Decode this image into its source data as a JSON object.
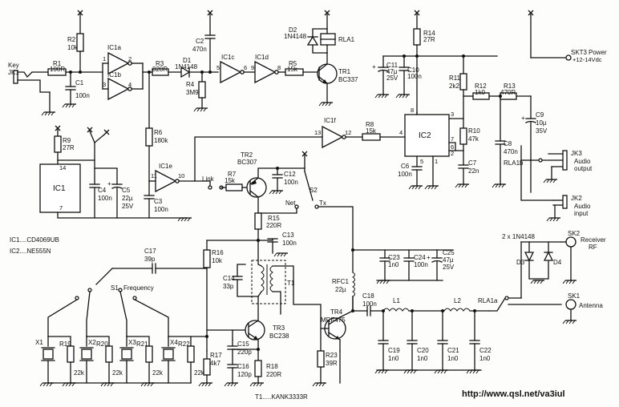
{
  "components": {
    "key_jack": {
      "name": "Key",
      "ref": "JK1"
    },
    "r1": {
      "ref": "R1",
      "value": "100R"
    },
    "r2": {
      "ref": "R2",
      "value": "10k"
    },
    "c1": {
      "ref": "C1",
      "value": "100n"
    },
    "ic1a": {
      "ref": "IC1a"
    },
    "ic1b": {
      "ref": "IC1b"
    },
    "r3": {
      "ref": "R3",
      "value": "820R"
    },
    "d1": {
      "ref": "D1",
      "value": "1N4148"
    },
    "r4": {
      "ref": "R4",
      "value": "3M9"
    },
    "c2": {
      "ref": "C2",
      "value": "470n"
    },
    "ic1c": {
      "ref": "IC1c"
    },
    "ic1d": {
      "ref": "IC1d"
    },
    "r5": {
      "ref": "R5",
      "value": "15k"
    },
    "d2": {
      "ref": "D2",
      "value": "1N4148"
    },
    "rla1": {
      "ref": "RLA1"
    },
    "tr1": {
      "ref": "TR1",
      "value": "BC337"
    },
    "r14": {
      "ref": "R14",
      "value": "27R"
    },
    "c11": {
      "ref": "C11",
      "value": "47µ",
      "voltage": "25V"
    },
    "c10": {
      "ref": "C10",
      "value": "100n"
    },
    "r11": {
      "ref": "R11",
      "value": "2k2"
    },
    "r12": {
      "ref": "R12",
      "value": "1k0"
    },
    "r13": {
      "ref": "R13",
      "value": "470R"
    },
    "c9": {
      "ref": "C9",
      "value": "10µ",
      "voltage": "35V"
    },
    "r10": {
      "ref": "R10",
      "value": "47k"
    },
    "c8": {
      "ref": "C8",
      "value": "470n"
    },
    "c7": {
      "ref": "C7",
      "value": "22n"
    },
    "c6": {
      "ref": "C6",
      "value": "100n"
    },
    "ic2": {
      "ref": "IC2"
    },
    "ic1f": {
      "ref": "IC1f"
    },
    "r8": {
      "ref": "R8",
      "value": "15k"
    },
    "rla1b": {
      "ref": "RLA1b"
    },
    "jk3": {
      "ref": "JK3",
      "name_line1": "Audio",
      "name_line2": "output"
    },
    "jk2": {
      "ref": "JK2",
      "name_line1": "Audio",
      "name_line2": "input"
    },
    "skt3": {
      "ref": "SKT3",
      "name": "Power",
      "rating": "+12-14Vdc"
    },
    "r9": {
      "ref": "R9",
      "value": "27R"
    },
    "ic1": {
      "ref": "IC1"
    },
    "c4": {
      "ref": "C4",
      "value": "100n"
    },
    "c5": {
      "ref": "C5",
      "value": "22µ",
      "voltage": "25V"
    },
    "r6": {
      "ref": "R6",
      "value": "180k"
    },
    "ic1e": {
      "ref": "IC1e"
    },
    "c3": {
      "ref": "C3",
      "value": "100n"
    },
    "link": {
      "label": "Link"
    },
    "r7": {
      "ref": "R7",
      "value": "15k"
    },
    "tr2": {
      "ref": "TR2",
      "value": "BC307"
    },
    "c12": {
      "ref": "C12",
      "value": "100n"
    },
    "s2": {
      "ref": "S2",
      "net": "Net",
      "tx": "Tx"
    },
    "r15": {
      "ref": "R15",
      "value": "220R"
    },
    "c13": {
      "ref": "C13",
      "value": "100n"
    },
    "c23": {
      "ref": "C23",
      "value": "1n0"
    },
    "c24": {
      "ref": "C24",
      "value": "100n"
    },
    "c25": {
      "ref": "C25",
      "value": "47µ",
      "voltage": "25V"
    },
    "d3d4": {
      "label": "2 x 1N4148",
      "d3": "D3",
      "d4": "D4"
    },
    "sk2": {
      "ref": "SK2",
      "name_line1": "Receiver",
      "name_line2": "RF"
    },
    "c17": {
      "ref": "C17",
      "value": "39p"
    },
    "s1": {
      "ref": "S1",
      "name": "Frequency"
    },
    "r16": {
      "ref": "R16",
      "value": "10k"
    },
    "c14": {
      "ref": "C14",
      "value": "33p"
    },
    "t1": {
      "ref": "T1",
      "part": "T1.....KANK3333R"
    },
    "rfc1": {
      "ref": "RFC1",
      "value": "22µ"
    },
    "c18": {
      "ref": "C18",
      "value": "100n"
    },
    "tr4": {
      "ref": "TR4",
      "value": "MRF475"
    },
    "l1": {
      "ref": "L1"
    },
    "l2": {
      "ref": "L2"
    },
    "rla1a": {
      "ref": "RLA1a"
    },
    "sk1": {
      "ref": "SK1",
      "name": "Antenna"
    },
    "c19": {
      "ref": "C19",
      "value": "1n0"
    },
    "c20": {
      "ref": "C20",
      "value": "1n0"
    },
    "c21": {
      "ref": "C21",
      "value": "1n0"
    },
    "c22": {
      "ref": "C22",
      "value": "1n0"
    },
    "x1": {
      "ref": "X1"
    },
    "x2": {
      "ref": "X2"
    },
    "x3": {
      "ref": "X3"
    },
    "x4": {
      "ref": "X4"
    },
    "r19": {
      "ref": "R19",
      "value": "22k"
    },
    "r20": {
      "ref": "R20",
      "value": "22k"
    },
    "r21": {
      "ref": "R21",
      "value": "22k"
    },
    "r22": {
      "ref": "R22",
      "value": "22k"
    },
    "c15": {
      "ref": "C15",
      "value": "220p"
    },
    "c16": {
      "ref": "C16",
      "value": "120p"
    },
    "r17": {
      "ref": "R17",
      "value": "4k7"
    },
    "tr3": {
      "ref": "TR3",
      "value": "BC238"
    },
    "r18": {
      "ref": "R18",
      "value": "220R"
    },
    "r23": {
      "ref": "R23",
      "value": "39R"
    }
  },
  "pins": {
    "ic1a_in": "1",
    "ic1a_out": "2",
    "ic1b_in": "3",
    "ic1b_out": "4",
    "ic1c_in": "5",
    "ic1c_out": "6",
    "ic1d_in": "9",
    "ic1d_out": "8",
    "ic1f_in": "13",
    "ic1f_out": "12",
    "ic1e_in": "11",
    "ic1e_out": "10",
    "ic1_vdd": "14",
    "ic1_vss": "7",
    "ic2_p8": "8",
    "ic2_p4": "4",
    "ic2_p3": "3",
    "ic2_p7": "7",
    "ic2_p6": "6",
    "ic2_p2": "2",
    "ic2_p5": "5",
    "ic2_p1": "1"
  },
  "legend": {
    "ic1": "IC1....CD4069UB",
    "ic2": "IC2....NE555N"
  },
  "url": "http://www.qsl.net/va3iul"
}
